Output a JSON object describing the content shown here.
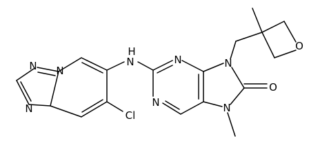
{
  "atoms": {
    "n_triazole_top": "N",
    "n_bridge": "N",
    "n_triazole_bottom": "N",
    "n_linker": "N",
    "h_linker": "H",
    "cl": "Cl",
    "n_purine_1": "N",
    "n_purine_3": "N",
    "n9": "N",
    "n7": "N",
    "o_carbonyl": "O",
    "o_oxetane": "O"
  },
  "colors": {
    "bond": "#000000",
    "label": "#000000",
    "background": "#ffffff"
  }
}
